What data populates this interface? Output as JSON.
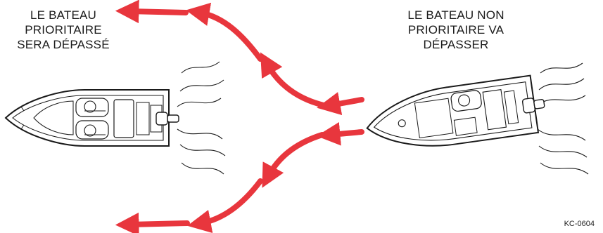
{
  "labels": {
    "left": [
      "LE BATEAU",
      "PRIORITAIRE",
      "SERA DÉPASSÉ"
    ],
    "right": [
      "LE BATEAU NON",
      "PRIORITAIRE VA",
      "DÉPASSER"
    ]
  },
  "figure_code": "KC-0604",
  "colors": {
    "arrow": "#e8363d",
    "line": "#1a1a1a",
    "background": "#ffffff"
  },
  "icons": {
    "stand_on_boat": "boat-top-view-icon",
    "give_way_boat": "boat-top-view-icon",
    "arrows": "curved-arrow-icon"
  }
}
